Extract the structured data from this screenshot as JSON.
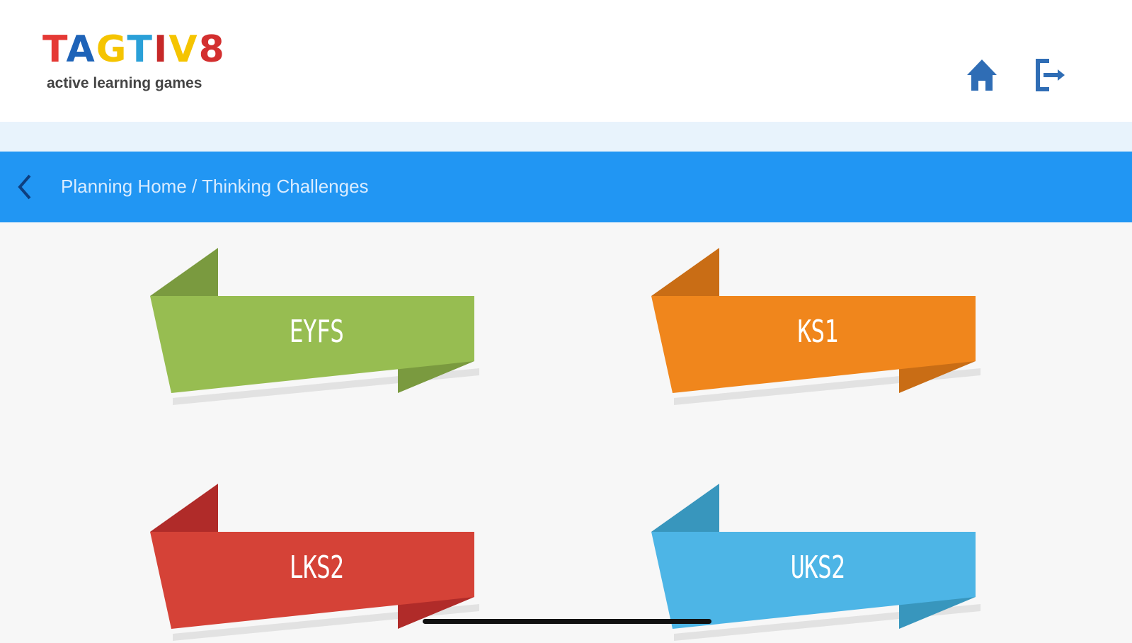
{
  "app": {
    "logo_text": "TAGTIV8",
    "tagline": "active learning games",
    "logo_letters": [
      {
        "c": "T",
        "color": "#e53935"
      },
      {
        "c": "A",
        "color": "#1e63b8"
      },
      {
        "c": "G",
        "color": "#f5c400"
      },
      {
        "c": "T",
        "color": "#2aa0d8"
      },
      {
        "c": "I",
        "color": "#c62828"
      },
      {
        "c": "V",
        "color": "#f5c400"
      },
      {
        "c": "8",
        "color": "#d32f2f"
      }
    ]
  },
  "header": {
    "home_icon": "home-icon",
    "logout_icon": "logout-icon"
  },
  "breadcrumb": {
    "text": "Planning Home / Thinking Challenges",
    "back_icon": "chevron-left-icon"
  },
  "stages": [
    {
      "label": "EYFS",
      "color": "#97bd51",
      "dark": "#7a9a3f"
    },
    {
      "label": "KS1",
      "color": "#f0861c",
      "dark": "#c96d15"
    },
    {
      "label": "LKS2",
      "color": "#d54237",
      "dark": "#b02b29"
    },
    {
      "label": "UKS2",
      "color": "#4db5e6",
      "dark": "#3896bd"
    }
  ]
}
